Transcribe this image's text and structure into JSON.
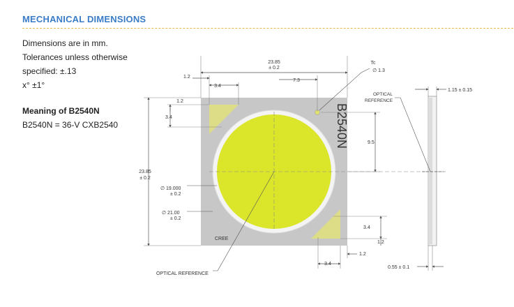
{
  "section": {
    "title": "MECHANICAL DIMENSIONS"
  },
  "notes": {
    "line1": "Dimensions are in mm.",
    "line2": "Tolerances unless otherwise",
    "line3": "specified: ±.13",
    "line4": "x° ±1°"
  },
  "meaning": {
    "title": "Meaning of B2540N",
    "text": "B2540N = 36-V CXB2540"
  },
  "drawing": {
    "part_label": "B2540N",
    "dims": {
      "width_top": "23.85",
      "width_top_tol": "± 0.2",
      "height_left": "23.85",
      "height_left_tol": "± 0.2",
      "tc_offset": "7.3",
      "tc_label": "Tc",
      "tc_dia": "∅ 1.3",
      "pad_top_a": "1.2",
      "pad_top_b": "3.4",
      "pad_left_a": "1.2",
      "pad_left_b": "3.4",
      "tc_vertical": "9.5",
      "les_dia": "∅ 19.000",
      "les_dia_tol": "± 0.2",
      "outer_dia": "∅ 21.00",
      "outer_dia_tol": "± 0.2",
      "pad_br_v": "3.4",
      "pad_br_v2": "1.2",
      "pad_br_h1": "1.2",
      "pad_br_h2": "3.4",
      "optical_ref_bottom": "OPTICAL REFERENCE",
      "optical_ref_side_1": "OPTICAL",
      "optical_ref_side_2": "REFERENCE",
      "side_thickness": "1.15 ± 0.15",
      "side_base": "0.55 ± 0.1"
    }
  }
}
